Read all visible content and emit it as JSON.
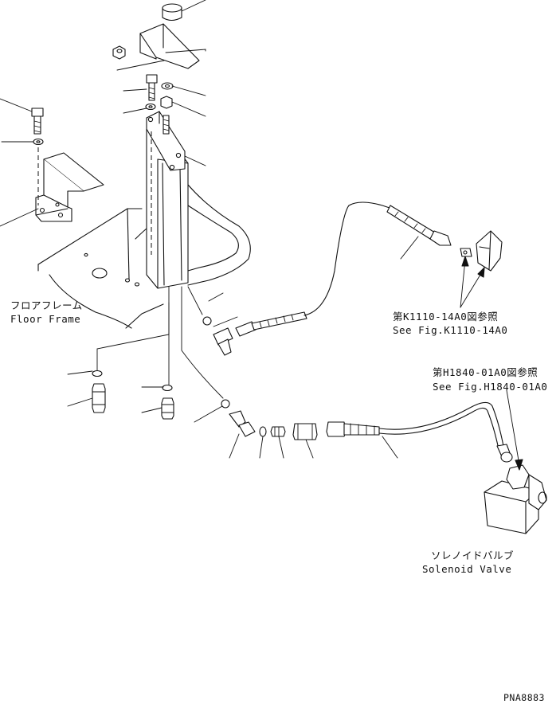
{
  "labels": {
    "floor_frame_jp": "フロアフレーム",
    "floor_frame_en": "Floor Frame",
    "ref1_jp": "第K1110-14A0図参照",
    "ref1_en": "See Fig.K1110-14A0",
    "ref2_jp": "第H1840-01A0図参照",
    "ref2_en": "See Fig.H1840-01A0",
    "solenoid_jp": "ソレノイドバルブ",
    "solenoid_en": "Solenoid Valve",
    "drawing_code": "PNA8883"
  }
}
